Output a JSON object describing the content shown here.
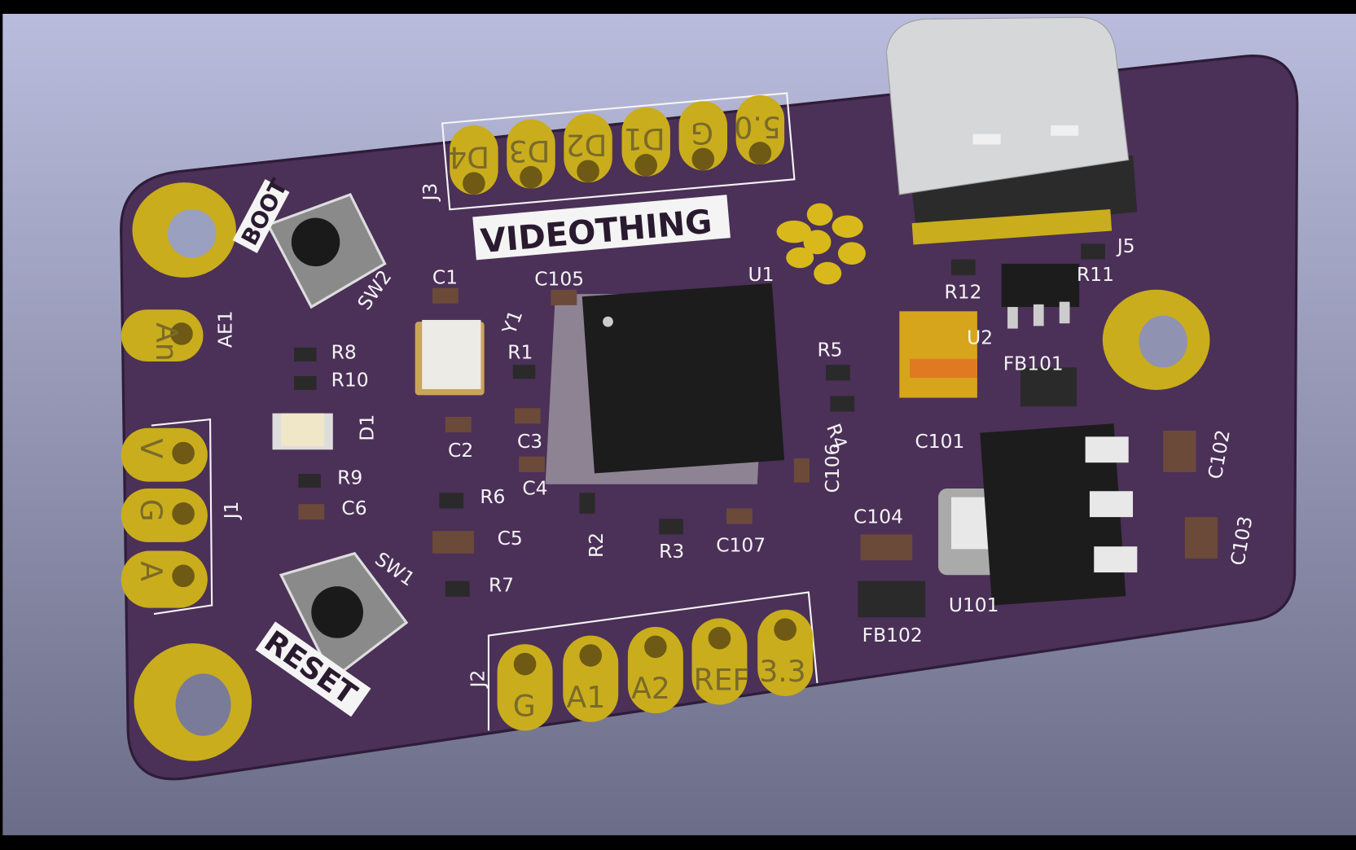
{
  "board_title": "VIDEOTHING",
  "colors": {
    "board": "#4b3058",
    "pad": "#c9ad1c",
    "silkscreen": "#f4f4f4",
    "background_top": "#b9bcdc",
    "background_bottom": "#6c6d88"
  },
  "j3": {
    "ref": "J3",
    "pins": [
      "D4",
      "D3",
      "D2",
      "D1",
      "G",
      "5.0"
    ]
  },
  "j2": {
    "ref": "J2",
    "pins": [
      "G",
      "A1",
      "A2",
      "REF",
      "3.3"
    ]
  },
  "j1": {
    "ref": "J1",
    "pins": [
      "V",
      "G",
      "A"
    ]
  },
  "ae1": {
    "ref": "AE1",
    "pin": "An"
  },
  "sw2": {
    "ref": "SW2",
    "label": "BOOT"
  },
  "sw1": {
    "ref": "SW1",
    "label": "RESET"
  },
  "refs": {
    "C1": "C1",
    "C105": "C105",
    "U1": "U1",
    "Y1": "Y1",
    "R1": "R1",
    "R5": "R5",
    "R4": "R4",
    "R8": "R8",
    "R10": "R10",
    "D1": "D1",
    "C2": "C2",
    "C3": "C3",
    "C4": "C4",
    "R6": "R6",
    "R9": "R9",
    "C6": "C6",
    "C5": "C5",
    "R7": "R7",
    "R2": "R2",
    "R3": "R3",
    "C107": "C107",
    "C106": "C106",
    "J5": "J5",
    "R12": "R12",
    "R11": "R11",
    "U2": "U2",
    "FB101": "FB101",
    "C101": "C101",
    "C102": "C102",
    "C103": "C103",
    "C104": "C104",
    "FB102": "FB102",
    "U101": "U101"
  }
}
